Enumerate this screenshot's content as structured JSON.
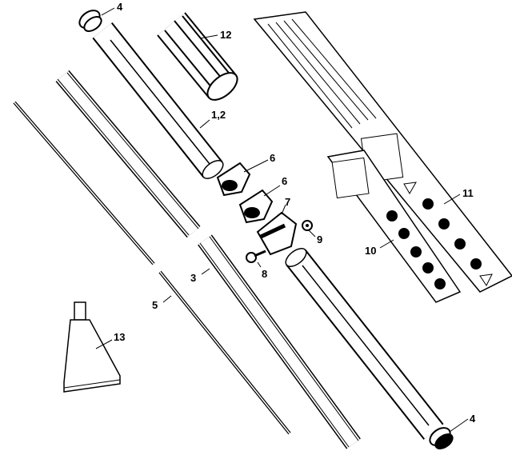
{
  "diagram": {
    "labels": {
      "cap_top": "4",
      "sleeve": "12",
      "tube_upper": "1,2",
      "clamp_a": "6",
      "clamp_b": "6",
      "handle": "7",
      "nut": "9",
      "screw": "8",
      "decal_right": "11",
      "decal_left": "10",
      "rail": "3",
      "rod": "5",
      "grease_tube": "13",
      "cap_bottom": "4"
    }
  }
}
